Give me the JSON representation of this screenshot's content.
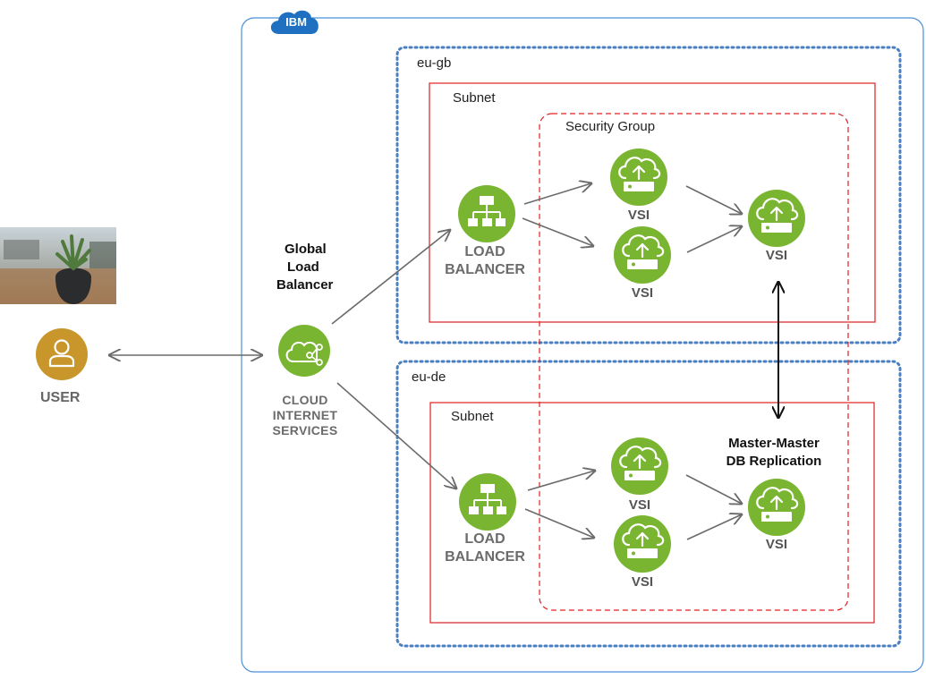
{
  "cloud": {
    "badge": "IBM"
  },
  "regions": [
    {
      "name": "eu-gb"
    },
    {
      "name": "eu-de"
    }
  ],
  "subnet_label": "Subnet",
  "security_group_label": "Security Group",
  "user": {
    "label": "USER"
  },
  "global_lb": {
    "line1": "Global",
    "line2": "Load",
    "line3": "Balancer"
  },
  "cis": {
    "line1": "CLOUD",
    "line2": "INTERNET",
    "line3": "SERVICES"
  },
  "load_balancer": {
    "line1": "LOAD",
    "line2": "BALANCER"
  },
  "vsi_label": "VSI",
  "replication": {
    "line1": "Master-Master",
    "line2": "DB Replication"
  },
  "colors": {
    "green": "#7ab532",
    "user_gold": "#c8962b",
    "cloud_border": "#4a90d9",
    "region_border": "#4a7fc1",
    "subnet_border": "#e02020",
    "arrow_gray": "#6b6b6b"
  }
}
